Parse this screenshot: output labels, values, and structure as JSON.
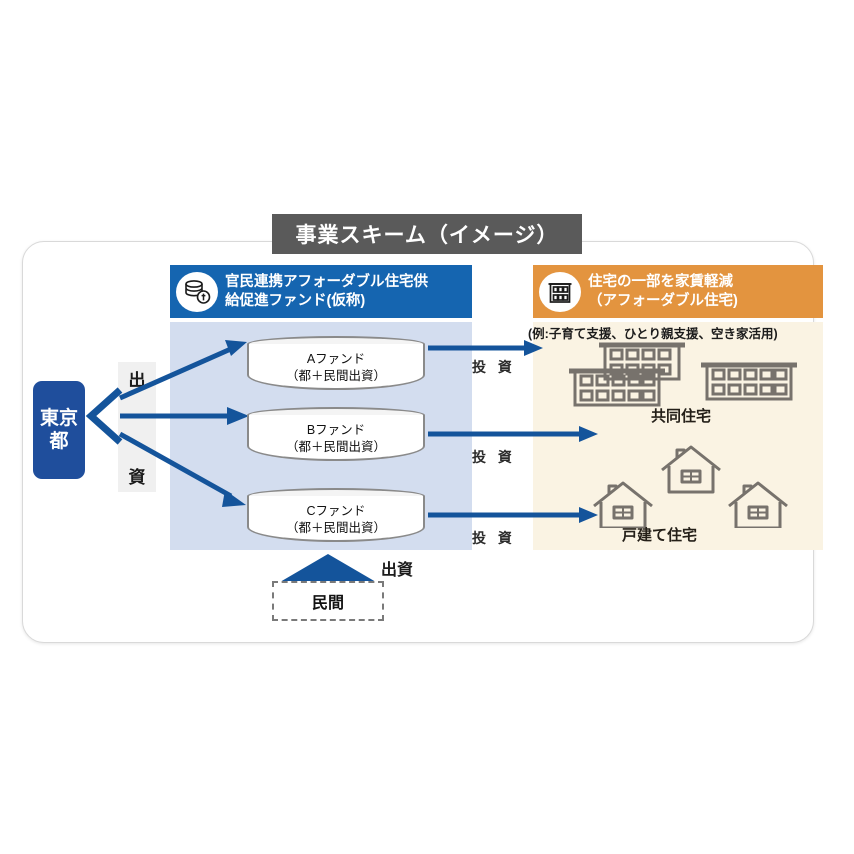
{
  "title_banner": {
    "text": "事業スキーム（イメージ）",
    "bg": "#5a5a5a"
  },
  "fund_section": {
    "header": {
      "text_line1": "官民連携アフォーダブル住宅供",
      "text_line2": "給促進ファンド(仮称)",
      "icon": "coins-icon",
      "bg": "#1565b0"
    },
    "panel_bg": "#d3ddef",
    "funds": [
      {
        "name": "Aファンド",
        "sub": "（都＋民間出資）"
      },
      {
        "name": "Bファンド",
        "sub": "（都＋民間出資）"
      },
      {
        "name": "Cファンド",
        "sub": "（都＋民間出資）"
      }
    ]
  },
  "housing_section": {
    "header": {
      "text_line1": "住宅の一部を家賃軽減",
      "text_line2": "（アフォーダブル住宅)",
      "icon": "apartment-icon",
      "bg": "#e3943f"
    },
    "note": "(例:子育て支援、ひとり親支援、空き家活用)",
    "panel_bg": "#faf3e3",
    "groups": [
      {
        "label": "共同住宅",
        "icon": "apartment-building-icon",
        "count": 3
      },
      {
        "label": "戸建て住宅",
        "icon": "detached-house-icon",
        "count": 3
      }
    ]
  },
  "tokyo": {
    "line1": "東京",
    "line2": "都",
    "bg": "#1f4e9c"
  },
  "labels": {
    "shusshi_left_top": "出",
    "shusshi_left_bottom": "資",
    "toshi_1": "投 資",
    "toshi_2": "投 資",
    "toshi_3": "投 資",
    "shusshi_bottom": "出資",
    "minkan": "民間"
  },
  "colors": {
    "arrow_blue": "#14549b",
    "fund_panel": "#d3ddef",
    "house_panel": "#faf3e3",
    "header_blue": "#1565b0",
    "header_orange": "#e3943f",
    "tokyo_blue": "#1f4e9c",
    "icon_gray": "#77726c"
  }
}
